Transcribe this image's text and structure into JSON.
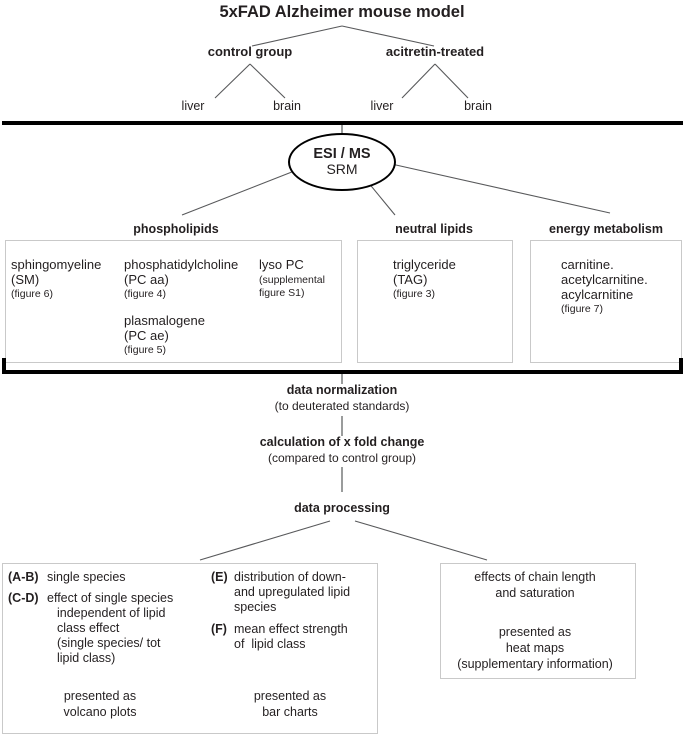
{
  "diagram": {
    "title": "5xFAD Alzheimer mouse model",
    "groups": [
      {
        "label": "control group"
      },
      {
        "label": "acitretin-treated"
      }
    ],
    "organs": [
      "liver",
      "brain",
      "liver",
      "brain"
    ],
    "instrument": {
      "line1": "ESI / MS",
      "line2": "SRM"
    },
    "categories": [
      {
        "label": "phospholipids"
      },
      {
        "label": "neutral lipids"
      },
      {
        "label": "energy metabolism"
      }
    ],
    "analytes": {
      "sphingomyeline": {
        "name": "sphingomyeline",
        "abbr": "(SM)",
        "figure": "(figure 6)"
      },
      "phosphatidylcholine": {
        "name": "phosphatidylcholine",
        "abbr": "(PC aa)",
        "figure": "(figure 4)"
      },
      "plasmalogene": {
        "name": "plasmalogene",
        "abbr": "(PC ae)",
        "figure": "(figure 5)"
      },
      "lyso_pc": {
        "name": "lyso PC",
        "note_line1": "(supplemental",
        "note_line2": "figure S1)"
      },
      "triglyceride": {
        "name": "triglyceride",
        "abbr": "(TAG)",
        "figure": "(figure 3)"
      },
      "carnitines": {
        "line1": "carnitine.",
        "line2": "acetylcarnitine.",
        "line3": "acylcarnitine",
        "figure": "(figure 7)"
      }
    },
    "steps": [
      {
        "title": "data normalization",
        "subtitle": "(to deuterated standards)"
      },
      {
        "title": "calculation of x fold change",
        "subtitle": "(compared to control group)"
      },
      {
        "title": "data processing",
        "subtitle": ""
      }
    ],
    "outputs": {
      "volcano": {
        "items": [
          {
            "tag": "(A-B)",
            "lines": [
              "single species"
            ]
          },
          {
            "tag": "(C-D)",
            "lines": [
              "effect of single species",
              "independent of lipid",
              "class effect",
              "(single species/ tot",
              "lipid class)"
            ]
          }
        ],
        "presented_label": "presented as",
        "presented_value": "volcano plots"
      },
      "bar": {
        "items": [
          {
            "tag": "(E)",
            "lines": [
              "distribution of down-",
              "and upregulated lipid",
              "species"
            ]
          },
          {
            "tag": "(F)",
            "lines": [
              "mean effect strength",
              "of  lipid class"
            ]
          }
        ],
        "presented_label": "presented as",
        "presented_value": "bar charts"
      },
      "heatmap": {
        "heading_line1": "effects of chain length",
        "heading_line2": "and saturation",
        "presented_label": "presented as",
        "presented_value": "heat maps",
        "presented_note": "(supplementary information)"
      }
    }
  }
}
